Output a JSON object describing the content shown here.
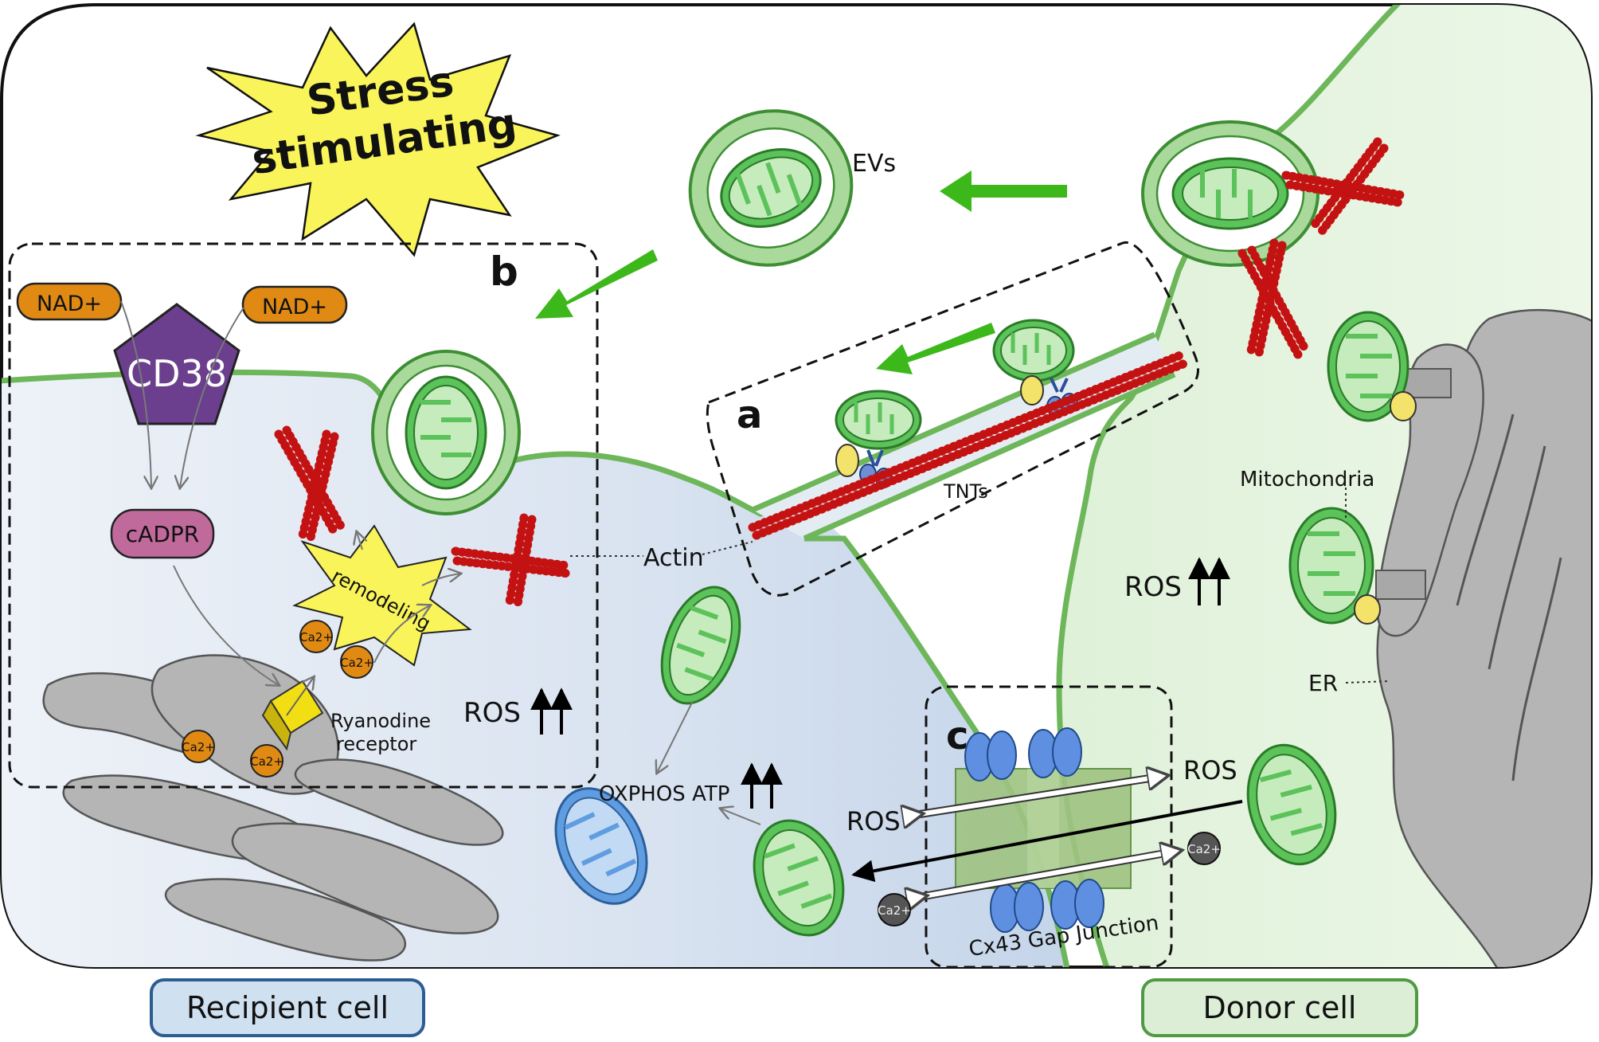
{
  "labels": {
    "stress_line1": "Stress",
    "stress_line2": "stimulating",
    "evs": "EVs",
    "b": "b",
    "a": "a",
    "c": "c",
    "nad1": "NAD+",
    "nad2": "NAD+",
    "cd38": "CD38",
    "cadpr": "cADPR",
    "remodeling": "remodeling",
    "ryanodine1": "Ryanodine",
    "ryanodine2": "receptor",
    "ca": "Ca2+",
    "ros": "ROS",
    "actin": "Actin",
    "tnts": "TNTs",
    "mitochondria": "Mitochondria",
    "er": "ER",
    "oxphos": "OXPHOS ATP",
    "cx43": "Cx43 Gap Junction"
  },
  "legend": {
    "recipient": "Recipient cell",
    "donor": "Donor cell"
  },
  "colors": {
    "recipient_fill": "#dde6f1",
    "donor_fill": "#e3f2df",
    "membrane": "#6db65a",
    "mito_green": "#5cc25a",
    "mito_blue": "#5f9de0",
    "actin": "#c41212",
    "ca_orange": "#e08a14",
    "nad_orange": "#e08a14",
    "cd38_purple": "#6b3f8e",
    "cadpr_pink": "#c06a9c",
    "star_yellow": "#f8f45a",
    "er_gray": "#b5b5b5",
    "arrow_green": "#3db81a"
  }
}
